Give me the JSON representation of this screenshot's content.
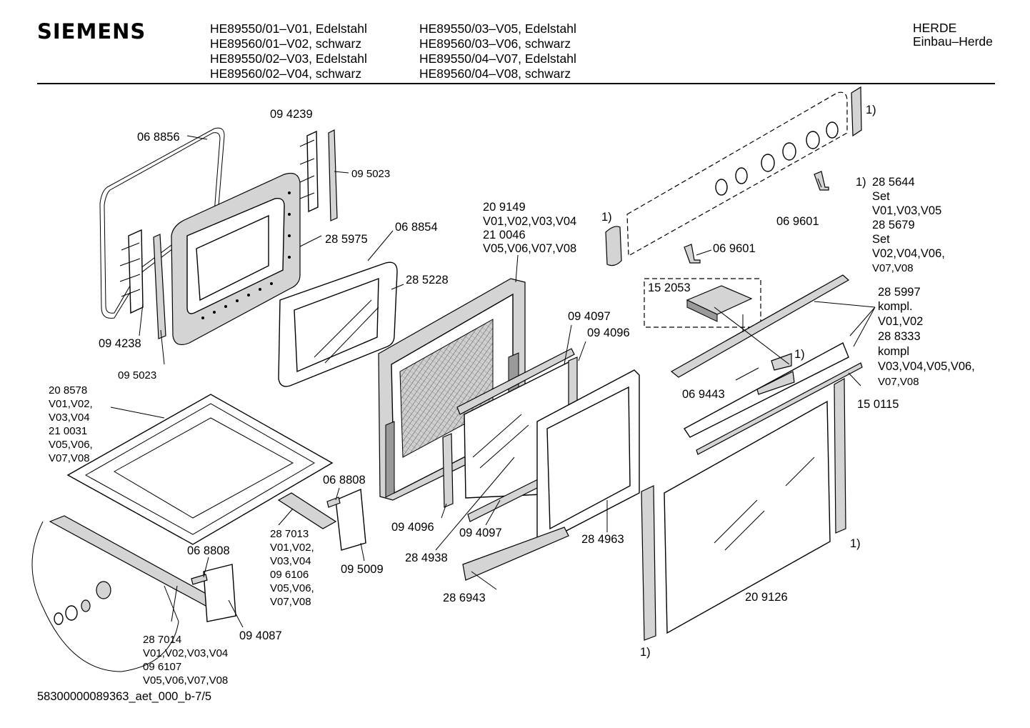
{
  "header": {
    "brand": "SIEMENS",
    "models_left": [
      "HE89550/01–V01, Edelstahl",
      "HE89560/01–V02, schwarz",
      "HE89550/02–V03, Edelstahl",
      "HE89560/02–V04, schwarz"
    ],
    "models_right": [
      "HE89550/03–V05, Edelstahl",
      "HE89560/03–V06, schwarz",
      "HE89550/04–V07, Edelstahl",
      "HE89560/04–V08, schwarz"
    ],
    "category": "HERDE",
    "subcategory": "Einbau–Herde"
  },
  "footer": {
    "document_id": "58300000089363_aet_000_b-7/5"
  },
  "parts": {
    "p068856": "06 8856",
    "p094239": "09 4239",
    "p095023a": "09 5023",
    "p285975": "28 5975",
    "p068854": "06 8854",
    "p285228": "28 5228",
    "p094238": "09 4238",
    "p095023b": "09 5023",
    "p209149": [
      "20 9149",
      "V01,V02,V03,V04",
      "21 0046",
      "V05,V06,V07,V08"
    ],
    "p208578": [
      "20 8578",
      "V01,V02,",
      "V03,V04",
      "21 0031",
      "V05,V06,",
      "V07,V08"
    ],
    "p094097a": "09 4097",
    "p094096a": "09 4096",
    "p068808a": "06 8808",
    "p287013": [
      "28 7013",
      "V01,V02,",
      "V03,V04",
      "09 6106",
      "V05,V06,",
      "V07,V08"
    ],
    "p095009": "09 5009",
    "p068808b": "06 8808",
    "p094087": "09 4087",
    "p094096b": "09 4096",
    "p094097b": "09 4097",
    "p284938": "28 4938",
    "p286943": "28 6943",
    "p284963": "28 4963",
    "p287014": [
      "28 7014",
      "V01,V02,V03,V04",
      "09 6107",
      "V05,V06,V07,V08"
    ],
    "p069601a": "06 9601",
    "p069601b": "06 9601",
    "p152053": "15 2053",
    "p069443": "06 9443",
    "p150115": "15 0115",
    "p209126": "20 9126",
    "p285644": [
      "1)",
      "28 5644",
      "Set",
      "V01,V03,V05",
      "28 5679",
      "Set",
      "V02,V04,V06,",
      "V07,V08"
    ],
    "p285997": [
      "28 5997",
      "kompl.",
      "V01,V02",
      "28 8333",
      "kompl",
      "V03,V04,V05,V06,",
      "V07,V08"
    ],
    "note_a": "1)",
    "note_b": "1)",
    "note_c": "1)",
    "note_d": "1)",
    "note_e": "1)"
  }
}
